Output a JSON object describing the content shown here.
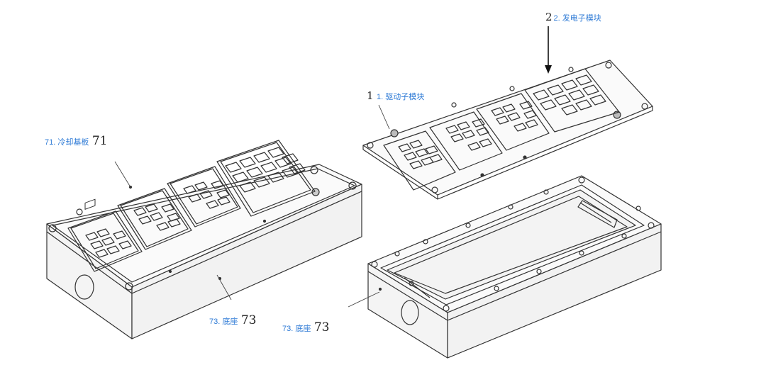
{
  "labels": {
    "cooling_plate": {
      "cn": "71. 冷却基板",
      "num": "71"
    },
    "base_left": {
      "cn": "73. 底座",
      "num": "73"
    },
    "base_right": {
      "cn": "73. 底座",
      "num": "73"
    },
    "driver_module": {
      "num": "1",
      "cn": "1. 驱动子模块"
    },
    "emitter_module": {
      "num": "2",
      "cn": "2. 发电子模块"
    }
  },
  "colors": {
    "label_blue": "#2f7bd6",
    "line": "#333333"
  }
}
